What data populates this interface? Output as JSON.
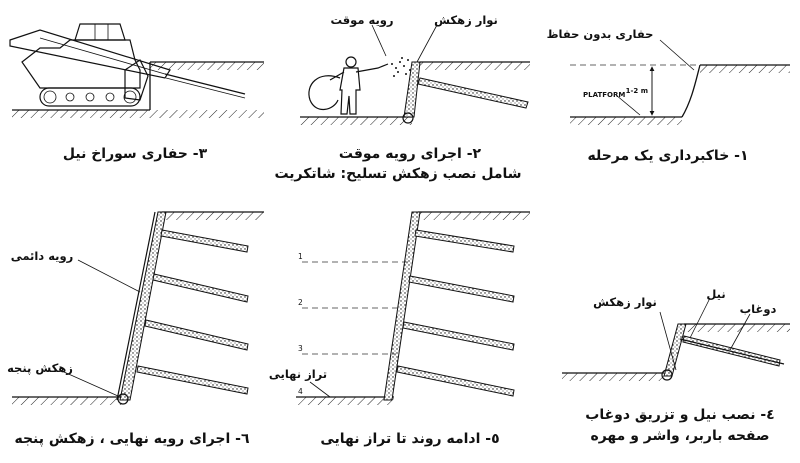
{
  "colors": {
    "ink": "#111111",
    "background": "#ffffff"
  },
  "panels": {
    "p1": {
      "caption": "١- خاکبرداری یک مرحله",
      "label_excavation": "حفاری بدون حفاظ",
      "label_platform": "PLATFORM",
      "label_depth": "1-2 m"
    },
    "p2": {
      "caption_line1": "٢- اجرای رویه موقت",
      "caption_line2": "شامل نصب زهکش تسلیح: شاتکریت",
      "label_temp_facing": "رویه موقت",
      "label_drain_strip": "نوار زهکش"
    },
    "p3": {
      "caption": "٣- حفاری سوراخ نیل"
    },
    "p4": {
      "caption_line1": "٤- نصب نیل و تزریق دوغاب",
      "caption_line2": "صفحه باربر، واشر و مهره",
      "label_drain_strip": "نوار زهکش",
      "label_nail": "نیل",
      "label_grout": "دوغاب"
    },
    "p5": {
      "caption": "٥- ادامه روند تا تراز نهایی",
      "label_final_level": "تراز نهایی",
      "level_numbers": [
        "1",
        "2",
        "3",
        "4"
      ]
    },
    "p6": {
      "caption": "٦- اجرای رویه نهایی ، زهکش پنجه",
      "label_permanent_facing": "رویه دائمی",
      "label_toe_drain": "زهکش پنجه"
    }
  }
}
